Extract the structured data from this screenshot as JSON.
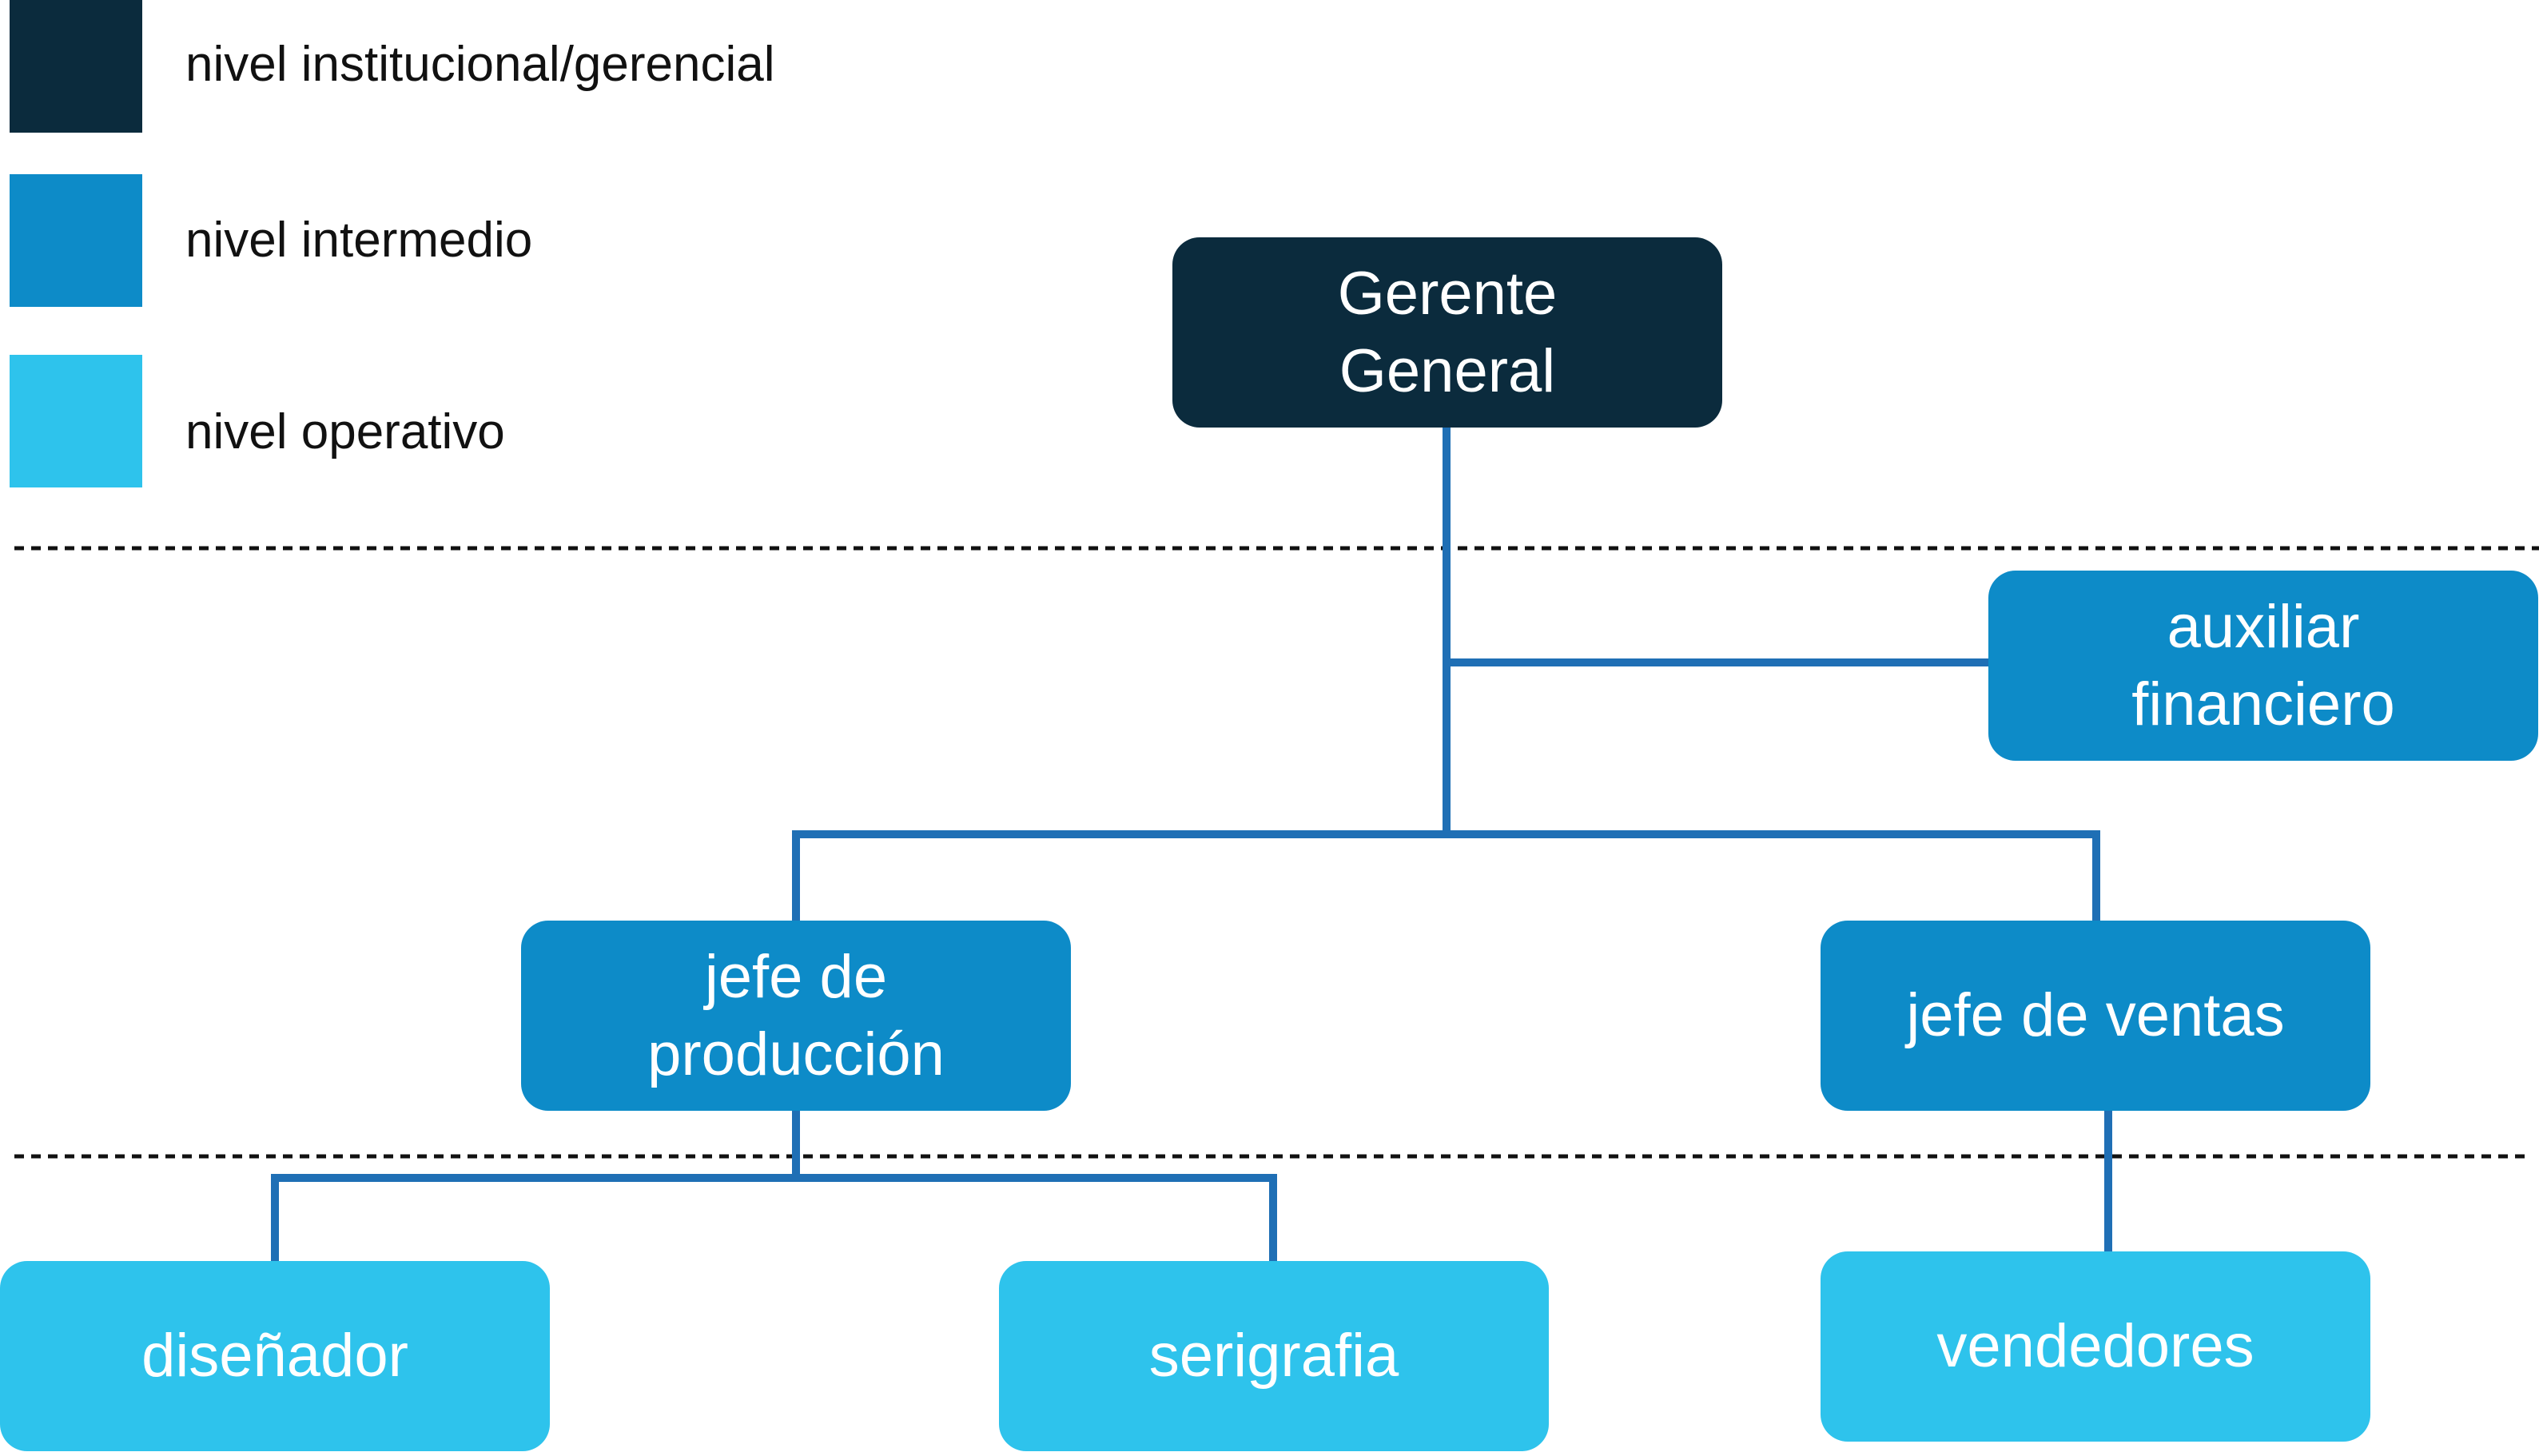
{
  "colors": {
    "institucional": "#0b2b3d",
    "intermedio": "#0d8bc8",
    "operativo": "#2ec3ec",
    "connector": "#1f6fb5",
    "divider": "#111111"
  },
  "legend": [
    {
      "label": "nivel institucional/gerencial",
      "level": "institucional"
    },
    {
      "label": "nivel intermedio",
      "level": "intermedio"
    },
    {
      "label": "nivel operativo",
      "level": "operativo"
    }
  ],
  "nodes": {
    "gerente": {
      "lines": [
        "Gerente",
        "General"
      ],
      "level": "institucional"
    },
    "auxiliar": {
      "lines": [
        "auxiliar",
        "financiero"
      ],
      "level": "intermedio"
    },
    "produccion": {
      "lines": [
        "jefe de",
        "producción"
      ],
      "level": "intermedio"
    },
    "ventas": {
      "lines": [
        "jefe de ventas"
      ],
      "level": "intermedio"
    },
    "disenador": {
      "lines": [
        "diseñador"
      ],
      "level": "operativo"
    },
    "serigrafia": {
      "lines": [
        "serigrafia"
      ],
      "level": "operativo"
    },
    "vendedores": {
      "lines": [
        "vendedores"
      ],
      "level": "operativo"
    }
  }
}
